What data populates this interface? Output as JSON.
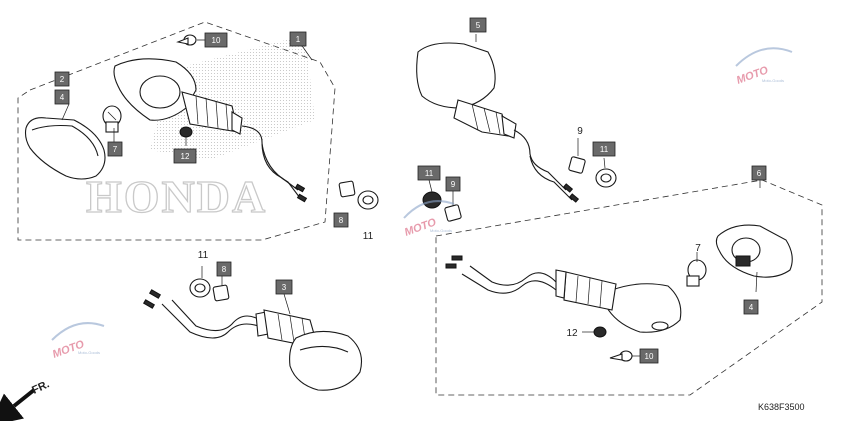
{
  "diagram": {
    "code": "K638F3500",
    "direction_label": "FR.",
    "brand_watermark": "HONDA",
    "watermark": {
      "text": "MOTO",
      "sub": "Moto-Goods"
    }
  },
  "callouts": {
    "c1": "1",
    "c2": "2",
    "c4a": "4",
    "c10a": "10",
    "c7": "7",
    "c12a": "12",
    "c5": "5",
    "c11a": "11",
    "c9a": "9",
    "c8a": "8",
    "c3": "3",
    "c6": "6",
    "c4b": "4",
    "c10b": "10"
  },
  "labels": {
    "l11a": "11",
    "l11b": "11",
    "l9": "9",
    "l7": "7",
    "l12": "12"
  }
}
